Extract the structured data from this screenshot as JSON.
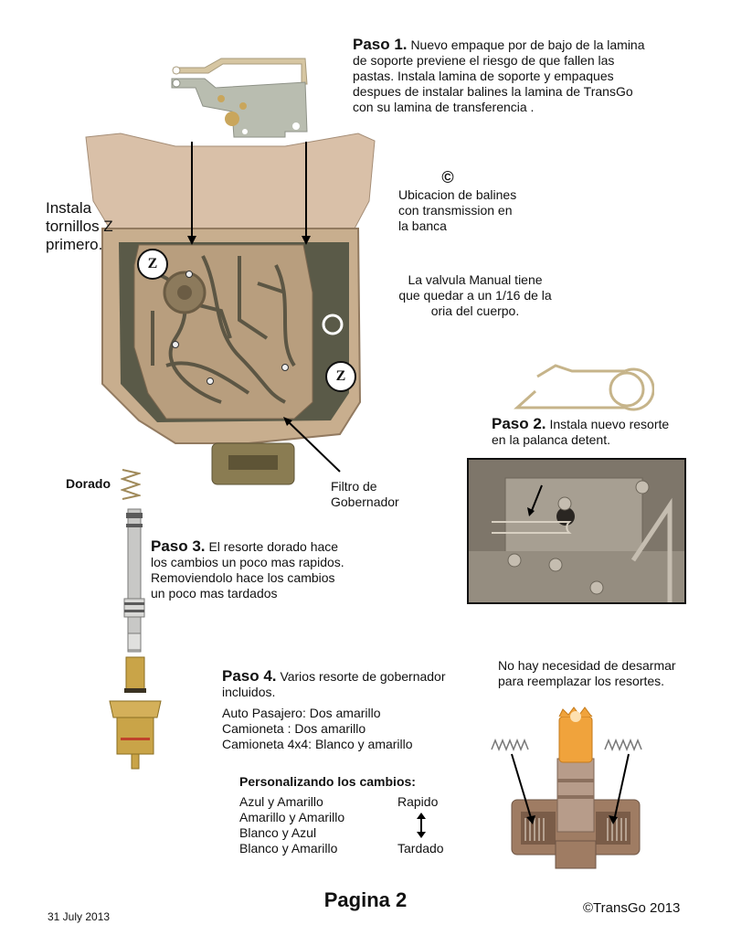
{
  "paso1": {
    "label": "Paso 1.",
    "text": "Nuevo empaque por de bajo de la lamina de soporte previene el riesgo de que fallen las pastas.  Instala lamina de soporte y empaques despues de instalar balines la lamina de TransGo con su lamina de transferencia ."
  },
  "balines": {
    "icon": "©",
    "lines": [
      "Ubicacion de balines",
      "con transmission en",
      "la banca"
    ]
  },
  "manual_valve": {
    "lines": [
      "La valvula Manual tiene",
      "que quedar a un 1/16 de la",
      "oria del cuerpo."
    ]
  },
  "tornillos": {
    "lines": [
      "Instala",
      "tornillos Z",
      "primero."
    ],
    "marker": "Z"
  },
  "paso2": {
    "label": "Paso 2.",
    "lines": [
      "Instala nuevo resorte",
      "en la palanca detent."
    ]
  },
  "filtro": {
    "lines": [
      "Filtro de",
      "Gobernador"
    ]
  },
  "dorado": {
    "label": "Dorado"
  },
  "paso3": {
    "label": "Paso 3.",
    "lines": [
      "El resorte dorado hace",
      "los cambios un poco mas rapidos.",
      "Removiendolo hace los cambios",
      "un poco mas tardados"
    ]
  },
  "paso4": {
    "label": "Paso 4.",
    "lines": [
      "Varios resorte de gobernador",
      "incluidos."
    ],
    "specs": [
      "Auto Pasajero: Dos amarillo",
      "Camioneta : Dos amarillo",
      "Camioneta 4x4:  Blanco y amarillo"
    ]
  },
  "no_desarmar": {
    "lines": [
      "No hay necesidad de desarmar",
      "para reemplazar los resortes."
    ]
  },
  "personalizando": {
    "title": "Personalizando los cambios:",
    "options": [
      "Azul y Amarillo",
      "Amarillo y Amarillo",
      "Blanco y Azul",
      "Blanco y Amarillo"
    ],
    "fast": "Rapido",
    "slow": "Tardado"
  },
  "footer": {
    "page": "Pagina 2",
    "date": "31 July 2013",
    "copyright": "©TransGo 2013"
  },
  "colors": {
    "casting": "#c8ae8e",
    "casting_dark": "#5a5a48",
    "plate": "#b9bdb0",
    "gasket": "#d6c6a2",
    "brass": "#c9a448",
    "gear": "#f0a33c",
    "photo_bg": "#8b8274"
  }
}
